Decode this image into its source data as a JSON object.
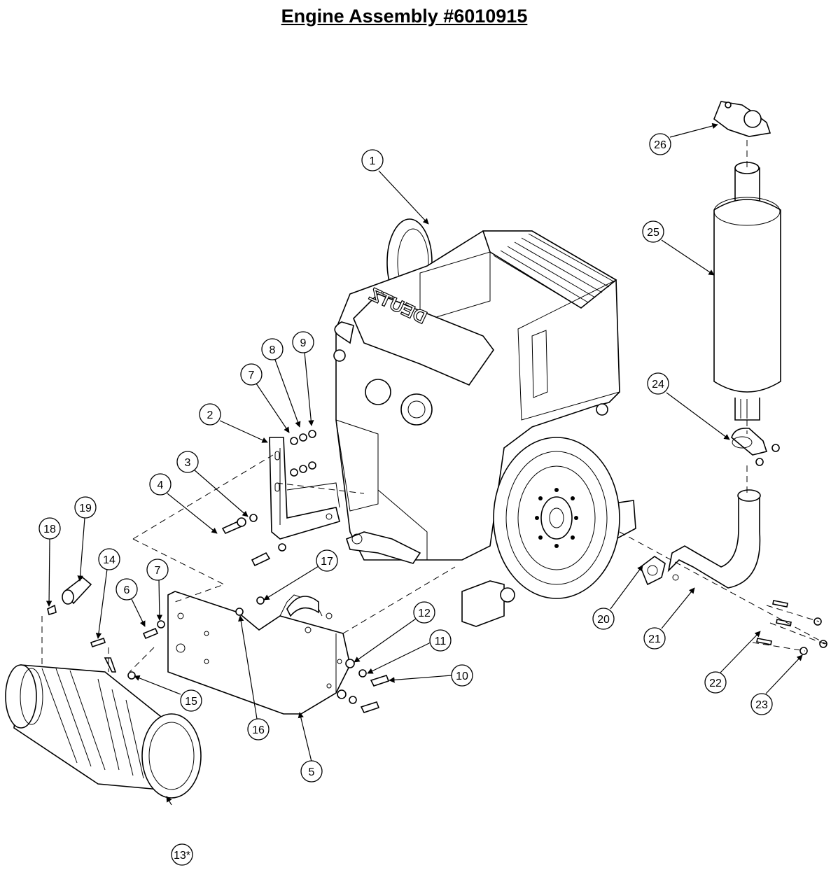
{
  "title": "Engine Assembly #6010915",
  "engine_brand": "DEUTZ",
  "callouts": [
    "1",
    "2",
    "3",
    "4",
    "5",
    "6",
    "7",
    "7",
    "8",
    "9",
    "10",
    "11",
    "12",
    "13*",
    "14",
    "15",
    "16",
    "17",
    "18",
    "19",
    "20",
    "21",
    "22",
    "23",
    "24",
    "25",
    "26"
  ]
}
